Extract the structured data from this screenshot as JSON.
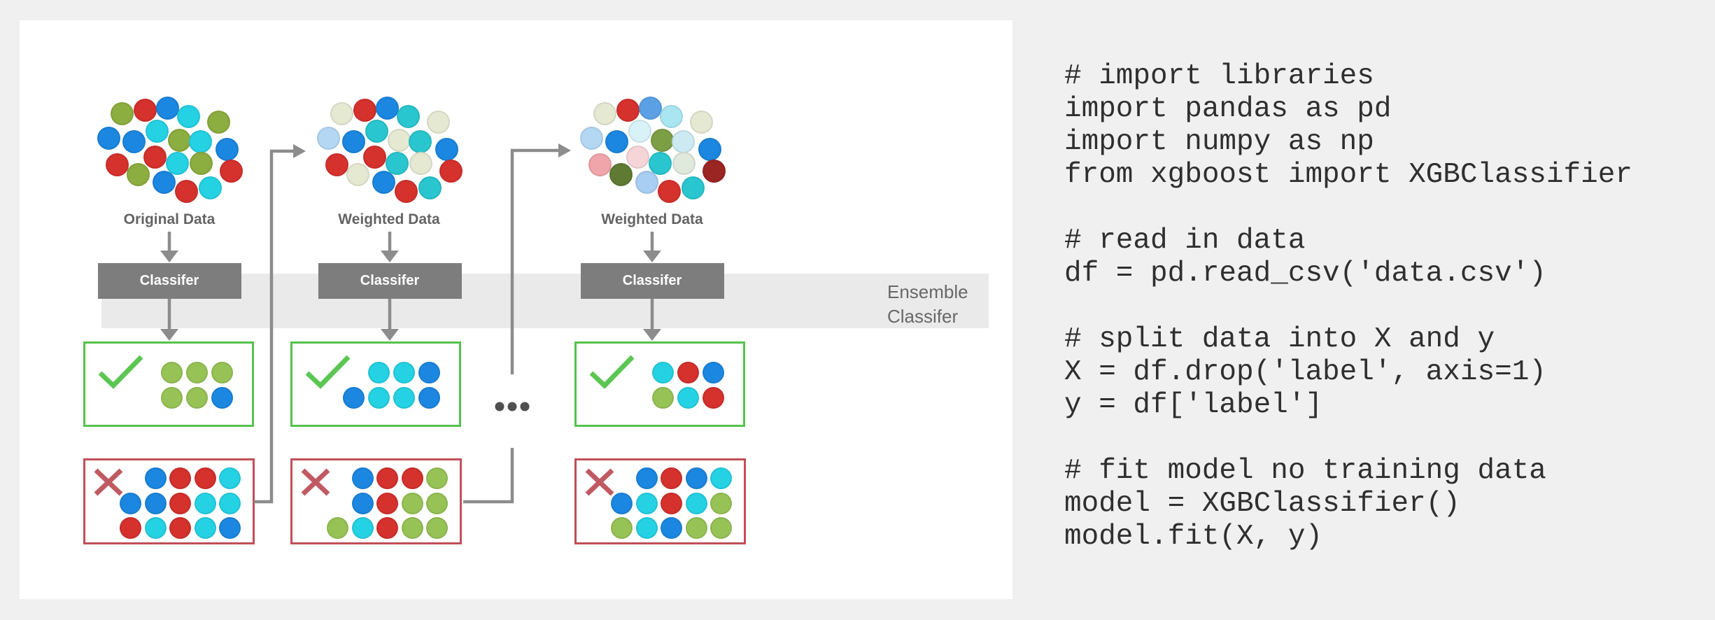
{
  "colors": {
    "page_bg": "#F0F0F0",
    "panel_bg": "#FFFFFF",
    "band_bg": "#EAEAEA",
    "classifier_box_bg": "#7D7D7D",
    "classifier_text": "#FFFFFF",
    "label_text": "#646464",
    "ensemble_text": "#686868",
    "connector": "#8C8C8C",
    "check": "#5CC653",
    "cross": "#C05A62",
    "check_box_border": "#55C24D",
    "cross_box_border": "#C14F58",
    "code_text": "#2F2F2F",
    "ellipsis": "#4F4F4F"
  },
  "palette": {
    "red": "#D5312D",
    "blue": "#1C87E0",
    "cyan": "#25D2E4",
    "olive": "#8CAD3F",
    "boxGreen": "#97C356",
    "teal": "#2AC6CF",
    "paleGreen": "#E5E9D2",
    "paleBlue": "#B4D7F4",
    "midBlue": "#5BA0E5",
    "paleCyan": "#A9E6F2",
    "fainterCyan": "#D8F2F8",
    "paleCyan2": "#CDEAF2",
    "oliveStrong": "#7C9F45",
    "pink": "#EFA5A9",
    "palePink": "#F6D5D8",
    "darkOlive": "#5F7B33",
    "darkRed": "#9B2522",
    "lightBlue": "#A9CEF4",
    "paleGreen2": "#DFEADC"
  },
  "diagram": {
    "ensemble_label": [
      "Ensemble",
      "Classifer"
    ],
    "ellipsis_dot_count": 3,
    "columns": [
      {
        "label": "Original Data",
        "classifier": "Classifer",
        "cluster": [
          "olive",
          "red",
          "blue",
          "cyan",
          "olive",
          "blue",
          "blue",
          "cyan",
          "olive",
          "cyan",
          "blue",
          "red",
          "olive",
          "red",
          "cyan",
          "olive",
          "red",
          "blue",
          "red",
          "cyan"
        ],
        "check_rows": [
          [
            null,
            "boxGreen",
            "boxGreen",
            "boxGreen"
          ],
          [
            null,
            "boxGreen",
            "boxGreen",
            "blue"
          ]
        ],
        "cross_rows": [
          [
            null,
            "blue",
            "red",
            "red",
            "cyan"
          ],
          [
            "blue",
            "blue",
            "red",
            "cyan",
            "cyan"
          ],
          [
            "red",
            "cyan",
            "red",
            "cyan",
            "blue"
          ]
        ]
      },
      {
        "label": "Weighted Data",
        "classifier": "Classifer",
        "cluster": [
          "paleGreen",
          "red",
          "blue",
          "teal",
          "paleGreen",
          "paleBlue",
          "blue",
          "teal",
          "paleGreen",
          "teal",
          "blue",
          "red",
          "paleGreen",
          "red",
          "teal",
          "paleGreen",
          "red",
          "blue",
          "red",
          "teal"
        ],
        "check_rows": [
          [
            null,
            "cyan",
            "cyan",
            "blue"
          ],
          [
            "blue",
            "cyan",
            "cyan",
            "blue"
          ]
        ],
        "cross_rows": [
          [
            null,
            "blue",
            "red",
            "red",
            "boxGreen"
          ],
          [
            null,
            "blue",
            "red",
            "boxGreen",
            "boxGreen"
          ],
          [
            "boxGreen",
            "cyan",
            "red",
            "boxGreen",
            "boxGreen"
          ]
        ]
      },
      {
        "label": "Weighted Data",
        "classifier": "Classifer",
        "cluster": [
          "paleGreen",
          "red",
          "midBlue",
          "paleCyan",
          "paleGreen",
          "paleBlue",
          "blue",
          "fainterCyan",
          "oliveStrong",
          "paleCyan2",
          "blue",
          "pink",
          "darkOlive",
          "palePink",
          "teal",
          "paleGreen2",
          "darkRed",
          "lightBlue",
          "red",
          "teal"
        ],
        "check_rows": [
          [
            null,
            "cyan",
            "red",
            "blue"
          ],
          [
            null,
            "boxGreen",
            "cyan",
            "red"
          ]
        ],
        "cross_rows": [
          [
            null,
            "blue",
            "red",
            "blue",
            "cyan"
          ],
          [
            "blue",
            "cyan",
            "red",
            "cyan",
            "boxGreen"
          ],
          [
            "boxGreen",
            "cyan",
            "blue",
            "boxGreen",
            "boxGreen"
          ]
        ]
      }
    ]
  },
  "code_panel": {
    "lines": [
      "# import libraries",
      "import pandas as pd",
      "import numpy as np",
      "from xgboost import XGBClassifier",
      "",
      "# read in data",
      "df = pd.read_csv('data.csv')",
      "",
      "# split data into X and y",
      "X = df.drop('label', axis=1)",
      "y = df['label']",
      "",
      "# fit model no training data",
      "model = XGBClassifier()",
      "model.fit(X, y)"
    ]
  }
}
